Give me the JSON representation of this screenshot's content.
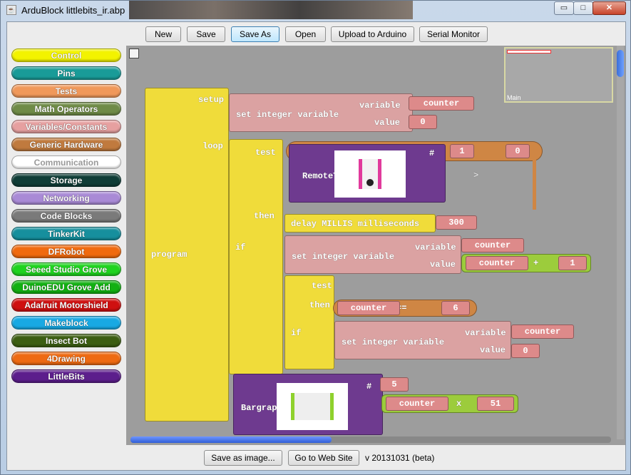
{
  "window": {
    "title": "ArduBlock littlebits_ir.abp",
    "minimize": "▭",
    "maximize": "□",
    "close": "✕"
  },
  "toolbar": {
    "buttons": [
      "New",
      "Save",
      "Save As",
      "Open",
      "Upload to Arduino",
      "Serial Monitor"
    ]
  },
  "palette": {
    "categories": [
      {
        "label": "Control",
        "color": "#f3f300"
      },
      {
        "label": "Pins",
        "color": "#199b98"
      },
      {
        "label": "Tests",
        "color": "#f0985a"
      },
      {
        "label": "Math Operators",
        "color": "#6f8b47"
      },
      {
        "label": "Variables/Constants",
        "color": "#e6a0a0"
      },
      {
        "label": "Generic Hardware",
        "color": "#c07a3e"
      },
      {
        "label": "Communication",
        "color": "#ffffff"
      },
      {
        "label": "Storage",
        "color": "#0f3d37"
      },
      {
        "label": "Networking",
        "color": "#a98ad6"
      },
      {
        "label": "Code Blocks",
        "color": "#7a7a7a"
      },
      {
        "label": "TinkerKit",
        "color": "#168f9d"
      },
      {
        "label": "DFRobot",
        "color": "#f06a0f"
      },
      {
        "label": "Seeed Studio Grove",
        "color": "#1fd31f"
      },
      {
        "label": "DuinoEDU Grove Add",
        "color": "#12b012"
      },
      {
        "label": "Adafruit Motorshield",
        "color": "#cf1010"
      },
      {
        "label": "Makeblock",
        "color": "#18a9e3"
      },
      {
        "label": "Insect Bot",
        "color": "#3c5e12"
      },
      {
        "label": "4Drawing",
        "color": "#ee6a12"
      },
      {
        "label": "LittleBits",
        "color": "#5c1e8c"
      }
    ]
  },
  "minimap": {
    "label": "Main"
  },
  "blocks": {
    "program": "program",
    "setup": "setup",
    "loop": "loop",
    "set_int": "set integer variable",
    "variable": "variable",
    "value": "value",
    "counter": "counter",
    "zero": "0",
    "test": "test",
    "then": "then",
    "if": "if",
    "remote": "RemoteTrigger",
    "hash": "#",
    "one": "1",
    "gt": ">",
    "delay": "delay MILLIS  milliseconds",
    "ms": "300",
    "plus": "+",
    "eq": "==",
    "six": "6",
    "bargraph": "Bargraph",
    "five": "5",
    "times": "x",
    "fiftyone": "51"
  },
  "status": {
    "save_image": "Save as image...",
    "web": "Go to Web Site",
    "version": "v 20131031 (beta)"
  }
}
